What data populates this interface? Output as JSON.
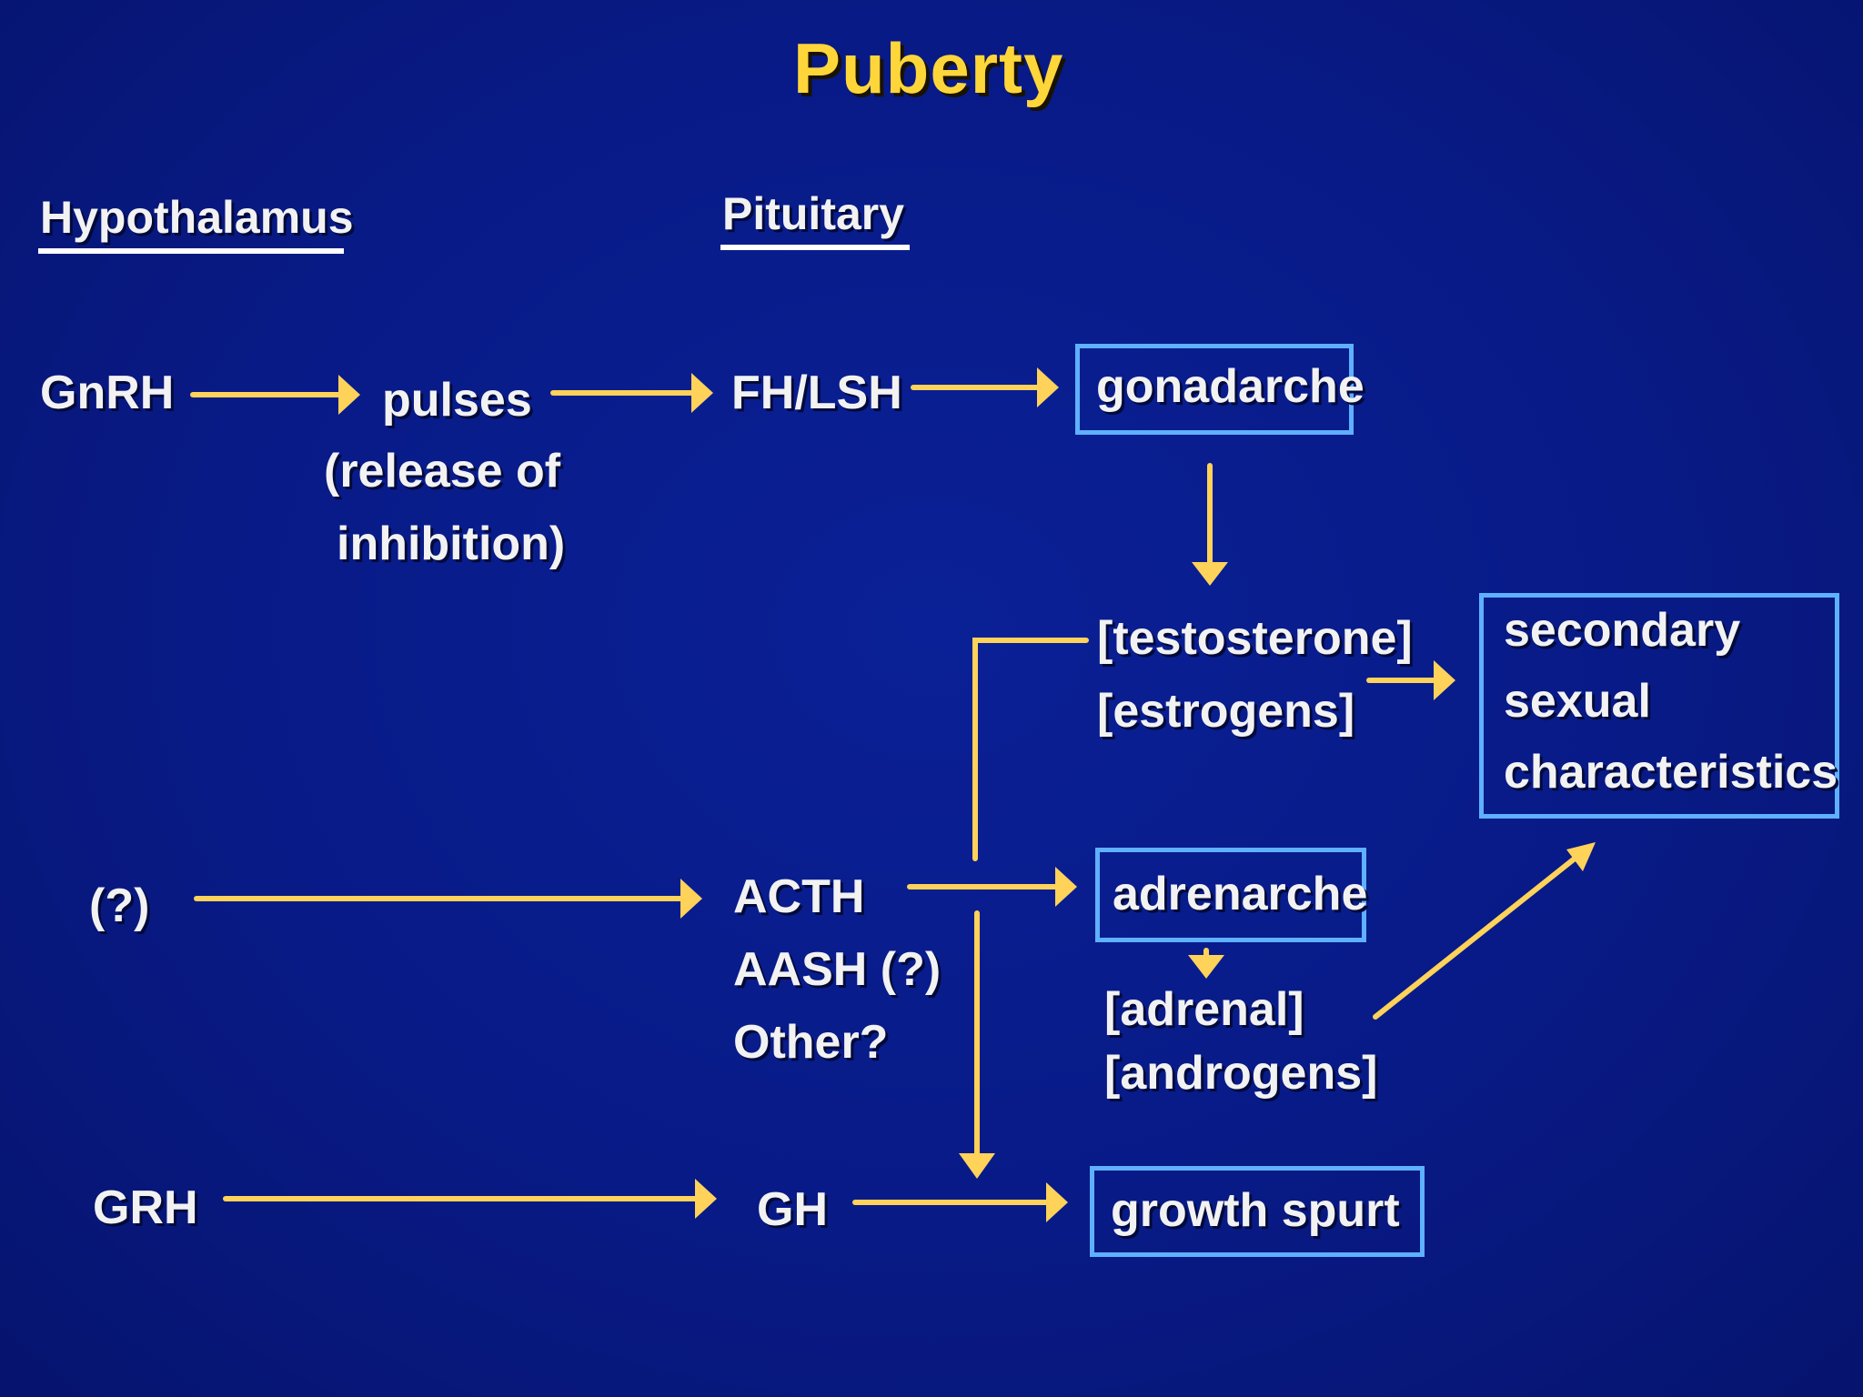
{
  "title": "Puberty",
  "columns": {
    "hypothalamus": "Hypothalamus",
    "pituitary": "Pituitary"
  },
  "hypothalamus_inputs": {
    "gnrh": "GnRH",
    "unknown": "(?)",
    "grh": "GRH"
  },
  "pulses": {
    "line1": "pulses",
    "line2": "(release  of",
    "line3": "inhibition)"
  },
  "pituitary_outputs": {
    "fhlsh": "FH/LSH",
    "acth": "ACTH",
    "aash": "AASH  (?)",
    "other": "Other?",
    "gh": "GH"
  },
  "gonadarche": "gonadarche",
  "sex_steroids": {
    "testosterone": "[testosterone]",
    "estrogens": "[estrogens]"
  },
  "adrenarche": "adrenarche",
  "adrenal_androgens": {
    "line1": "[adrenal]",
    "line2": "[androgens]"
  },
  "secondary": {
    "line1": "secondary",
    "line2": "sexual",
    "line3": "characteristics"
  },
  "growth_spurt": "growth  spurt",
  "colors": {
    "background": "#0a1d8c",
    "arrow": "#ffd25a",
    "box_border": "#5fb0ff",
    "title": "#ffd63a",
    "text": "#f2f2f2"
  }
}
